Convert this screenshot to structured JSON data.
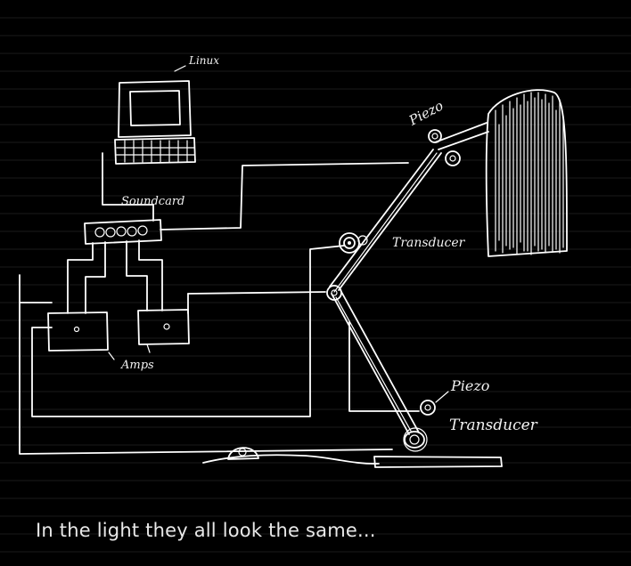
{
  "labels": {
    "computer": "Linux",
    "soundcard": "Soundcard",
    "amps": "Amps",
    "piezo_top": "Piezo",
    "transducer_mid": "Transducer",
    "piezo_bottom": "Piezo",
    "transducer_bottom": "Transducer"
  },
  "caption": "In the light they all look the same...",
  "colors": {
    "background": "#000000",
    "ink": "#ffffff"
  }
}
